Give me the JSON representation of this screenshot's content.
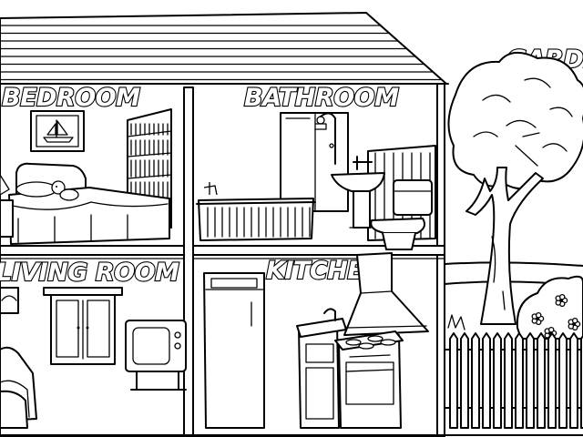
{
  "rooms": {
    "bedroom": "BEDROOM",
    "bathroom": "BATHROOM",
    "living_room": "LIVING ROOM",
    "kitchen": "KITCHEN",
    "garden": "GARDEN"
  },
  "colors": {
    "ink": "#000000",
    "paper": "#ffffff"
  }
}
